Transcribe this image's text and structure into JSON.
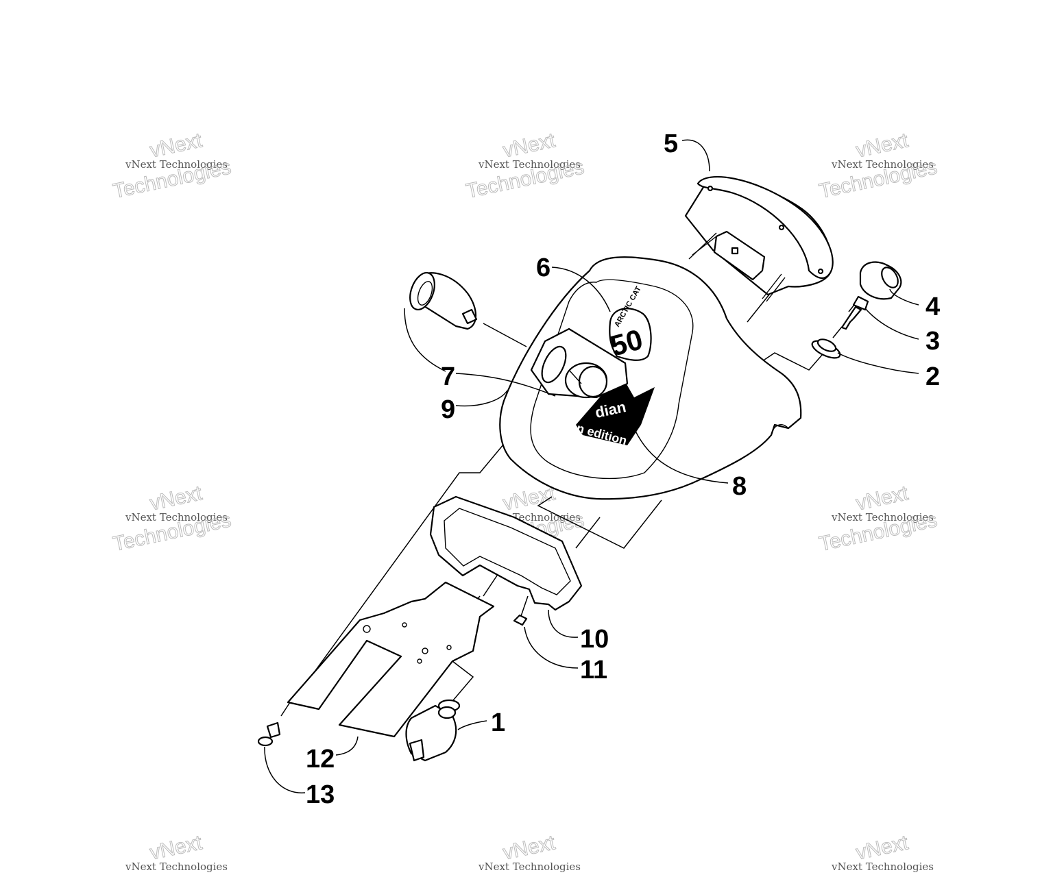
{
  "watermark": {
    "line1": "vNext Technologies",
    "line2": "vNext",
    "line3": "Technologies"
  },
  "decal": {
    "brand": "ARCTIC CAT",
    "number": "50",
    "edition_word": "dian",
    "edition_word2": "n edition"
  },
  "callouts": [
    "1",
    "2",
    "3",
    "4",
    "5",
    "6",
    "7",
    "8",
    "9",
    "10",
    "11",
    "12",
    "13"
  ]
}
